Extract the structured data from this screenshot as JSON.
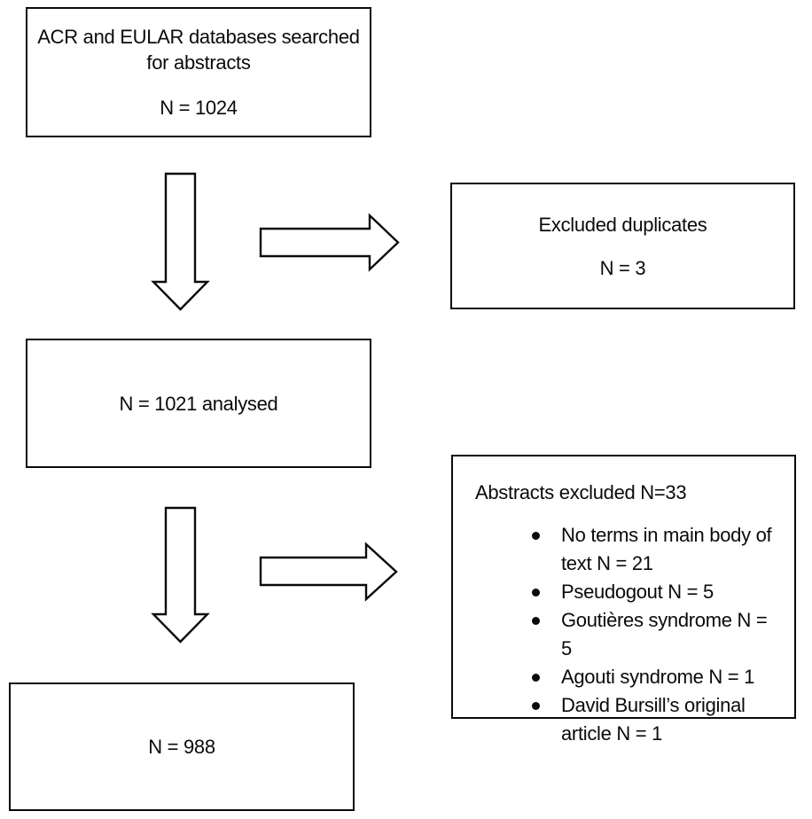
{
  "diagram": {
    "boxes": {
      "searched": {
        "lines": [
          "ACR and EULAR databases searched",
          "for abstracts"
        ],
        "count": "N = 1024"
      },
      "duplicates": {
        "title": "Excluded duplicates",
        "count": "N = 3"
      },
      "analysed": {
        "label": "N = 1021 analysed"
      },
      "abstracts": {
        "title": "Abstracts excluded N=33",
        "items": [
          "No terms in main body of text N = 21",
          "Pseudogout N = 5",
          "Goutières syndrome N = 5",
          "Agouti syndrome N = 1",
          "David Bursill’s original article N = 1"
        ]
      },
      "final": {
        "label": "N = 988"
      }
    },
    "colors": {
      "border": "#0a0a0a",
      "fill": "#ffffff",
      "text": "#0a0a0a"
    }
  }
}
